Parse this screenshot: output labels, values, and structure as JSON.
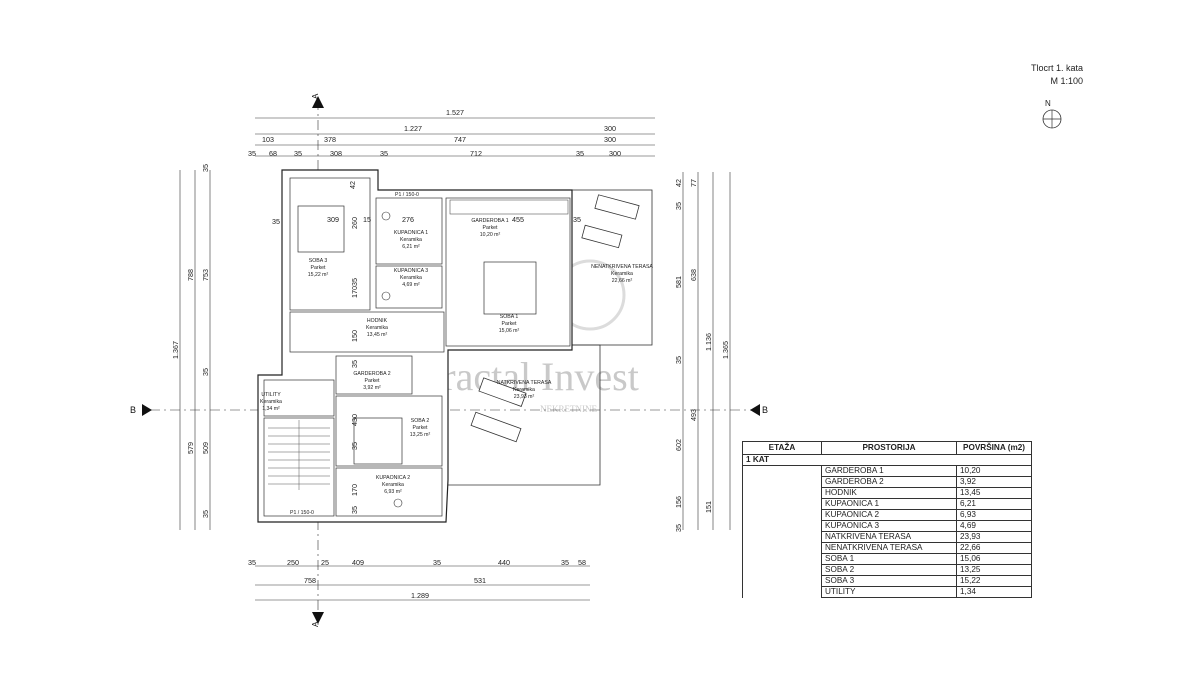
{
  "title": {
    "line1": "Tlocrt 1. kata",
    "line2": "M 1:100"
  },
  "north_label": "N",
  "section_labels": {
    "a_top": "A",
    "a_bottom": "A",
    "b_left": "B",
    "b_right": "B"
  },
  "watermark": {
    "brand": "Fractal Invest",
    "sub": "NEKRETNINE"
  },
  "dims": {
    "top1": [
      "1.527"
    ],
    "top2": [
      "1.227",
      "300"
    ],
    "top3": [
      "103",
      "378",
      "747",
      "300"
    ],
    "top4": [
      "35",
      "68",
      "35",
      "308",
      "35",
      "712",
      "35",
      "300"
    ],
    "bot1": [
      "35",
      "250",
      "25",
      "409",
      "35",
      "440",
      "35",
      "58"
    ],
    "bot2": [
      "758",
      "531"
    ],
    "bot3": [
      "1.289"
    ],
    "left_outer": [
      "1.367"
    ],
    "left_mid": [
      "788",
      "579"
    ],
    "left_inner": [
      "35",
      "753",
      "35",
      "509",
      "35"
    ],
    "right_outer": [
      "1.365"
    ],
    "right_mid": [
      "1.136",
      "151"
    ],
    "right_in": [
      "77",
      "638",
      "493"
    ],
    "right_inner": [
      "42",
      "35",
      "581",
      "35",
      "602",
      "156",
      "35"
    ],
    "interior": [
      "35",
      "309",
      "15",
      "276",
      "455",
      "35",
      "42",
      "260",
      "35",
      "170",
      "150",
      "35",
      "430",
      "35",
      "170",
      "35"
    ]
  },
  "rooms": [
    {
      "name": "SOBA 3",
      "floor": "Parket",
      "area": "15,22 m²"
    },
    {
      "name": "KUPAONICA 1",
      "floor": "Keramika",
      "area": "6,21 m²"
    },
    {
      "name": "KUPAONICA 3",
      "floor": "Keramika",
      "area": "4,69 m²"
    },
    {
      "name": "GARDEROBA 1",
      "floor": "Parket",
      "area": "10,20 m²"
    },
    {
      "name": "SOBA 1",
      "floor": "Parket",
      "area": "15,06 m²"
    },
    {
      "name": "NENATKRIVENA TERASA",
      "floor": "Keramika",
      "area": "22,66 m²"
    },
    {
      "name": "HODNIK",
      "floor": "Keramika",
      "area": "13,45 m²"
    },
    {
      "name": "GARDEROBA 2",
      "floor": "Parket",
      "area": "3,92 m²"
    },
    {
      "name": "NATKRIVENA TERASA",
      "floor": "Keramika",
      "area": "23,93 m²"
    },
    {
      "name": "UTILITY",
      "floor": "Keramika",
      "area": "1,34 m²"
    },
    {
      "name": "SOBA 2",
      "floor": "Parket",
      "area": "13,25 m²"
    },
    {
      "name": "KUPAONICA 2",
      "floor": "Keramika",
      "area": "6,93 m²"
    }
  ],
  "window_tags": [
    "P1 / 150-0",
    "P1 / 150-0"
  ],
  "table": {
    "headers": [
      "ETAŽA",
      "PROSTORIJA",
      "POVRŠINA (m2)"
    ],
    "level": "1 KAT",
    "rows": [
      {
        "room": "GARDEROBA 1",
        "area": "10,20"
      },
      {
        "room": "GARDEROBA 2",
        "area": "3,92"
      },
      {
        "room": "HODNIK",
        "area": "13,45"
      },
      {
        "room": "KUPAONICA 1",
        "area": "6,21"
      },
      {
        "room": "KUPAONICA 2",
        "area": "6,93"
      },
      {
        "room": "KUPAONICA 3",
        "area": "4,69"
      },
      {
        "room": "NATKRIVENA TERASA",
        "area": "23,93"
      },
      {
        "room": "NENATKRIVENA TERASA",
        "area": "22,66"
      },
      {
        "room": "SOBA 1",
        "area": "15,06"
      },
      {
        "room": "SOBA 2",
        "area": "13,25"
      },
      {
        "room": "SOBA 3",
        "area": "15,22"
      },
      {
        "room": "UTILITY",
        "area": "1,34"
      }
    ]
  }
}
